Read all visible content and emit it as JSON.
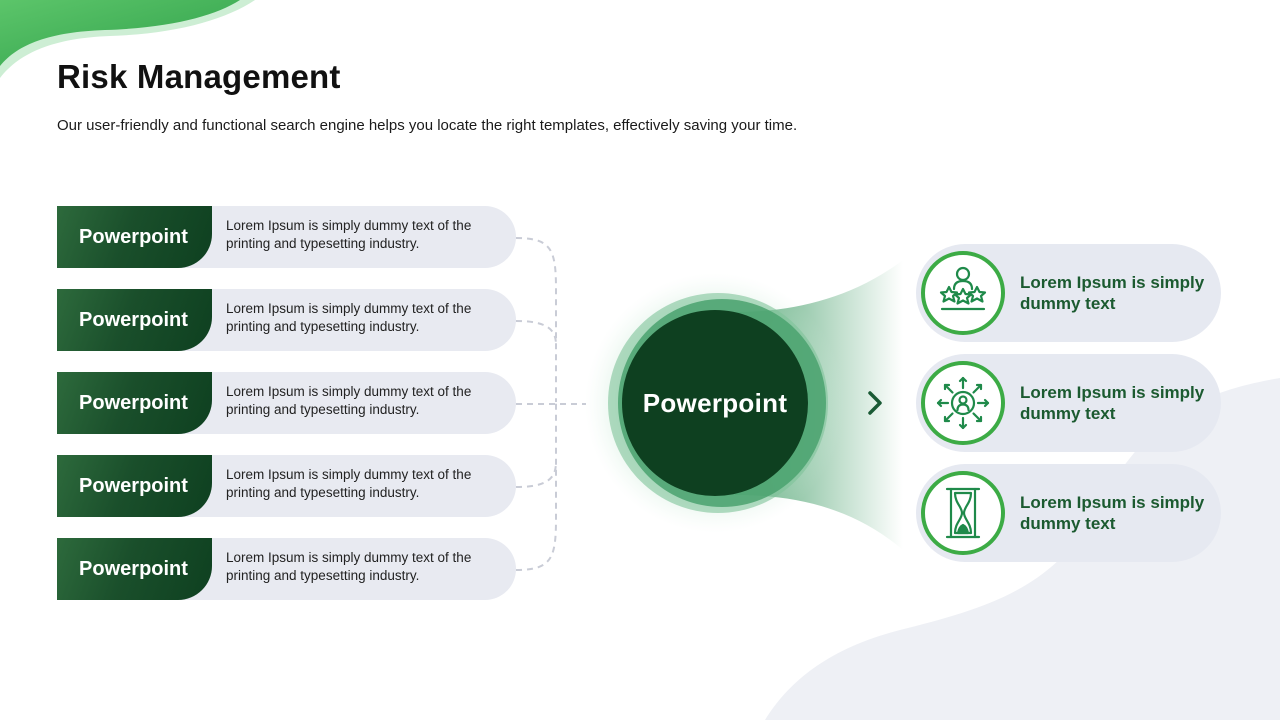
{
  "header": {
    "title": "Risk Management",
    "subtitle": "Our user-friendly and functional search engine helps you locate the right templates, effectively saving your time."
  },
  "left_items": [
    {
      "tab": "Powerpoint",
      "text": "Lorem Ipsum is simply dummy text of the printing and typesetting industry."
    },
    {
      "tab": "Powerpoint",
      "text": "Lorem Ipsum is simply dummy text of the printing and typesetting industry."
    },
    {
      "tab": "Powerpoint",
      "text": "Lorem Ipsum is simply dummy text of the printing and typesetting industry."
    },
    {
      "tab": "Powerpoint",
      "text": "Lorem Ipsum is simply dummy text of the printing and typesetting industry."
    },
    {
      "tab": "Powerpoint",
      "text": "Lorem Ipsum is simply dummy text of the printing and typesetting industry."
    }
  ],
  "center": {
    "label": "Powerpoint"
  },
  "right_items": [
    {
      "icon": "person-stars-icon",
      "text": "Lorem Ipsum is simply dummy text"
    },
    {
      "icon": "person-network-icon",
      "text": "Lorem Ipsum is simply dummy text"
    },
    {
      "icon": "hourglass-icon",
      "text": "Lorem Ipsum is simply dummy text"
    }
  ],
  "colors": {
    "dark_green": "#0e4020",
    "mid_green": "#4aa26e",
    "accent_green": "#3cab45",
    "pill_gray": "#e8eaf1",
    "text_green": "#1b5a30"
  }
}
